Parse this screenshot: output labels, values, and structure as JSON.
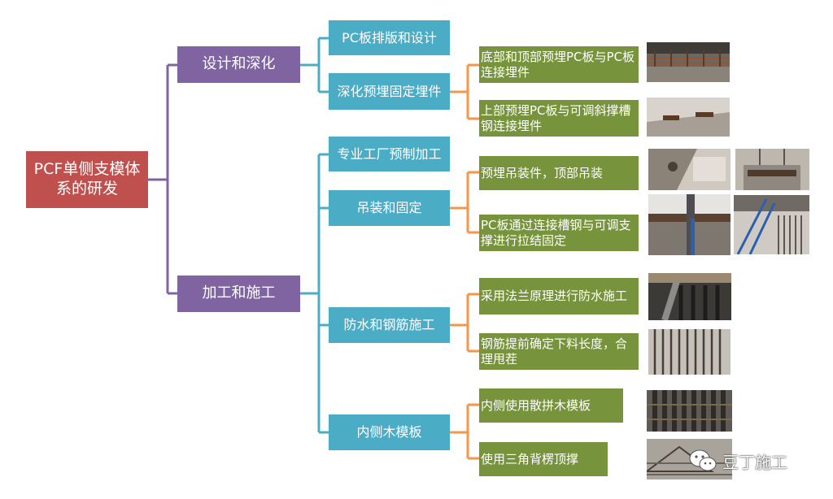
{
  "root": {
    "label": "PCF单侧支模体系的研发"
  },
  "level1": [
    {
      "label": "设计和深化"
    },
    {
      "label": "加工和施工"
    }
  ],
  "level2": [
    {
      "label": "PC板排版和设计"
    },
    {
      "label": "深化预埋固定埋件"
    },
    {
      "label": "专业工厂预制加工"
    },
    {
      "label": "吊装和固定"
    },
    {
      "label": "防水和钢筋施工"
    },
    {
      "label": "内侧木模板"
    }
  ],
  "level3": [
    {
      "label": "底部和顶部预埋PC板与PC板连接埋件"
    },
    {
      "label": "上部预埋PC板与可调斜撑槽钢连接埋件"
    },
    {
      "label": "预埋吊装件，顶部吊装"
    },
    {
      "label": "PC板通过连接槽钢与可调支撑进行拉结固定"
    },
    {
      "label": "采用法兰原理进行防水施工"
    },
    {
      "label": "钢筋提前确定下料长度，合理甩茬"
    },
    {
      "label": "内侧使用散拼木模板"
    },
    {
      "label": "使用三角背楞顶撑"
    }
  ],
  "photos": [
    {
      "name": "embedded-parts-photo"
    },
    {
      "name": "channel-steel-embed-photo"
    },
    {
      "name": "lifting-embed-photo"
    },
    {
      "name": "top-hoisting-photo"
    },
    {
      "name": "channel-connection-photo"
    },
    {
      "name": "adjustable-support-photo"
    },
    {
      "name": "flange-waterproofing-photo"
    },
    {
      "name": "rebar-lap-photo"
    },
    {
      "name": "timber-formwork-photo"
    },
    {
      "name": "triangle-brace-photo"
    }
  ],
  "watermark": {
    "text": "豆丁施工",
    "icon": "wechat-icon"
  },
  "colors": {
    "root": "#c0504d",
    "level1": "#8064a2",
    "level2": "#4bacc6",
    "level3": "#77933c",
    "connector_level1": "#8064a2",
    "connector_level2": "#4bacc6",
    "connector_level3": "#f79646"
  }
}
